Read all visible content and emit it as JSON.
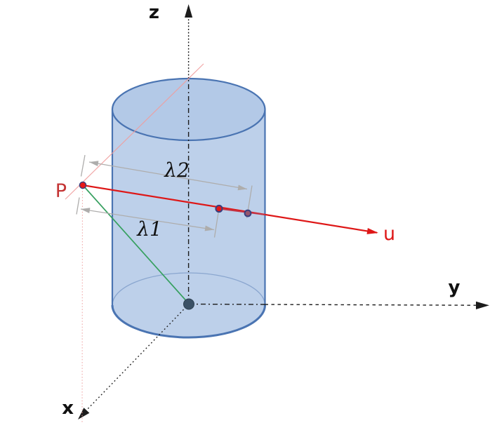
{
  "figure": {
    "labels": {
      "z_axis": "z",
      "y_axis": "y",
      "x_axis": "x",
      "point_p": "P",
      "direction_u": "u",
      "lambda_1": "λ1",
      "lambda_2": "λ2"
    },
    "colors": {
      "cylinder_fill": "#bdd0ea",
      "cylinder_top_fill": "#b3c9e7",
      "cylinder_stroke": "#4a74b2",
      "cylinder_back_edge": "#8aa6cf",
      "axis_color": "#1c1c1c",
      "ray_red": "#de1717",
      "ray_inside": "#c23648",
      "green_line": "#37a060",
      "pink_line": "#ef9c9c",
      "dimension_gray": "#aeadac",
      "label_dark": "#111111",
      "p_label_red": "#c43434",
      "origin_dot": "#3b5166",
      "entry_dot_fill": "#e81717",
      "exit_dot_fill": "#96566e",
      "dot_ring": "#3a3f7e"
    }
  }
}
